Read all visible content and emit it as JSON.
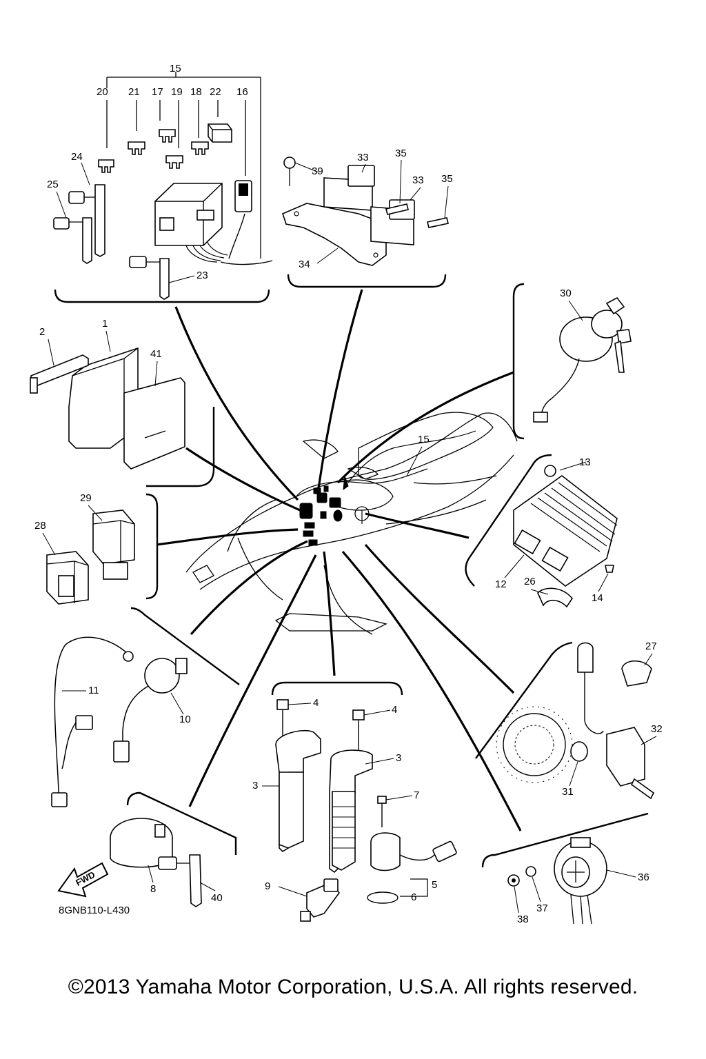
{
  "diagram_code": "8GNB110-L430",
  "fwd_label": "FWD",
  "copyright": "©2013 Yamaha Motor Corporation, U.S.A. All rights reserved.",
  "callouts": {
    "c15_top": "15",
    "c20": "20",
    "c21": "21",
    "c17": "17",
    "c19": "19",
    "c18": "18",
    "c22": "22",
    "c16": "16",
    "c24": "24",
    "c25": "25",
    "c23": "23",
    "c39": "39",
    "c33a": "33",
    "c35a": "35",
    "c33b": "33",
    "c35b": "35",
    "c34": "34",
    "c30": "30",
    "c2": "2",
    "c1": "1",
    "c41": "41",
    "c15_mid": "15",
    "c13": "13",
    "c12": "12",
    "c26": "26",
    "c14": "14",
    "c29": "29",
    "c28": "28",
    "c11": "11",
    "c10": "10",
    "c4a": "4",
    "c4b": "4",
    "c3a": "3",
    "c3b": "3",
    "c7": "7",
    "c5": "5",
    "c6": "6",
    "c9": "9",
    "c27": "27",
    "c32": "32",
    "c31": "31",
    "c36": "36",
    "c37": "37",
    "c38": "38",
    "c8": "8",
    "c40": "40"
  }
}
